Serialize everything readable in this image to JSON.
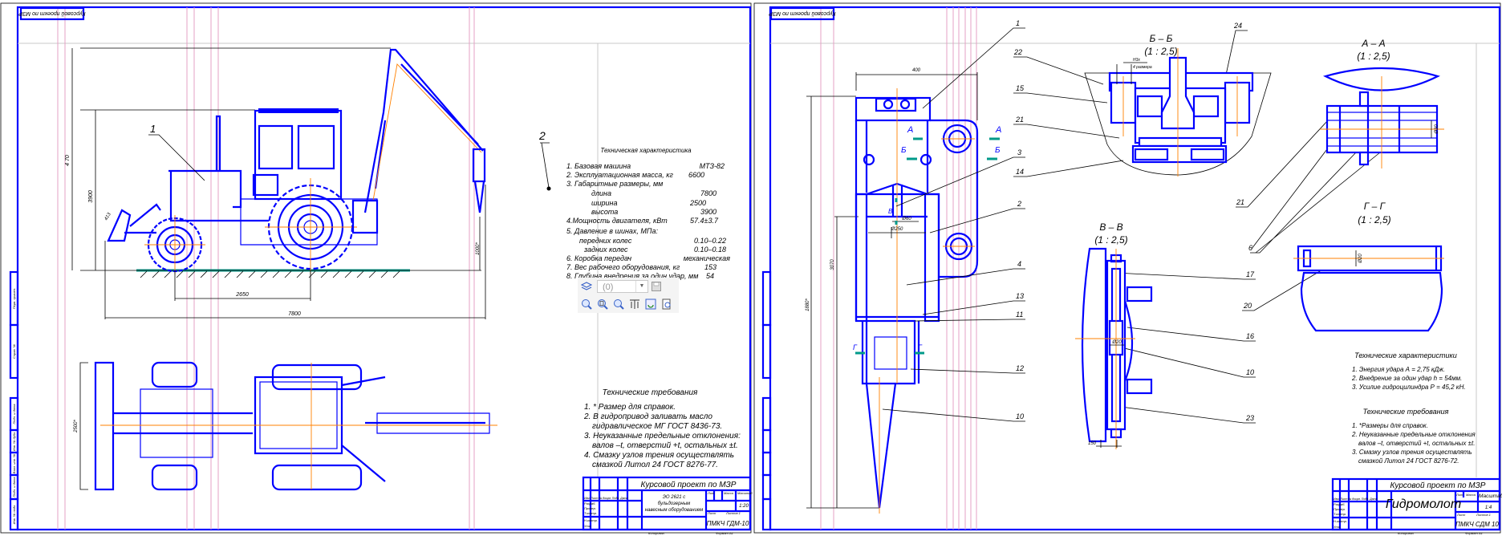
{
  "colors": {
    "line": "#0000ff",
    "axis": "#ff8000",
    "layout_guides": "#e6a0c4",
    "ground": "#009a8a"
  },
  "sheet1": {
    "stamp": "Курсовой проект по МЗР",
    "side_strip": [
      "Перв. примен.",
      "Справ. №",
      "Подп. и дата",
      "Инв. № дубл.",
      "Взам. инв. №",
      "Подп. и дата",
      "Инв. № подл."
    ],
    "callouts": [
      "1",
      "2"
    ],
    "dims": {
      "overall_height": "4 70",
      "height": "3900",
      "blade": "413",
      "wheelbase": "2650",
      "length": "7800",
      "hammer": "1000*",
      "width": "2500*"
    },
    "tech_char": {
      "title": "Техническая характеристика",
      "rows": [
        {
          "label": "1. Базовая машина",
          "value": "МТЗ-82"
        },
        {
          "label": "2. Эксплуатационная масса, кг",
          "value": "6600"
        },
        {
          "label": "3. Габаритные размеры, мм",
          "value": ""
        },
        {
          "label": "длина",
          "value": "7800"
        },
        {
          "label": "ширина",
          "value": "2500"
        },
        {
          "label": "высота",
          "value": "3900"
        },
        {
          "label": "4.Мощность двигателя, кВт",
          "value": "57.4±3.7"
        },
        {
          "label": "5. Давление в шинах, МПа:",
          "value": ""
        },
        {
          "label": "передних колес",
          "value": "0.10–0.22"
        },
        {
          "label": "задних колес",
          "value": "0.10–0.18"
        },
        {
          "label": "6. Коробка передач",
          "value": "механическая"
        },
        {
          "label": "7. Вес рабочего оборудования, кг",
          "value": "153"
        },
        {
          "label": "8. Глубина внедрения за один удар, мм",
          "value": "54"
        }
      ]
    },
    "tech_req": {
      "title": "Технические требования",
      "lines": [
        "1. * Размер для справок.",
        "2. В гидропривод заливать масло",
        "гидравлическое МГ ГОСТ 8436-73.",
        "3. Неуказанные предельные отклонения:",
        "валов –t, отверстий +t, остальных ±t.",
        "4. Смазку узлов трения осуществлять",
        "смазкой Литол 24 ГОСТ 8276-77."
      ]
    },
    "title_block": {
      "project": "Курсовой проект по МЗР",
      "name": [
        "ЭО 2621 с",
        "бульдозерным",
        "навесным оборудованием"
      ],
      "code": "ПМКЧ ГДМ-10",
      "scale": "1:20",
      "headers": [
        "Лит.",
        "Масса",
        "Масштаб",
        "Лист",
        "Листов 1"
      ],
      "rows": [
        "Изм. Лист № докум. Подп. Дата",
        "Разраб.",
        "Провер.",
        "Т.контр.",
        "Н.контр.",
        "Утв."
      ],
      "copied": "Копировал",
      "format": "Формат A1"
    }
  },
  "toolbar": {
    "layer_value": "(0)",
    "icons": [
      "layers-icon",
      "save-icon",
      "zoom-window-icon",
      "zoom-page-icon",
      "zoom-1to1-icon",
      "show-all-icon",
      "refresh-icon",
      "preview-icon"
    ]
  },
  "sheet2": {
    "stamp": "Курсовой проект по МЗР",
    "callouts": [
      "1",
      "22",
      "15",
      "21",
      "3",
      "14",
      "2",
      "4",
      "13",
      "11",
      "12",
      "10",
      "24",
      "21",
      "6",
      "20",
      "17",
      "16",
      "10",
      "23"
    ],
    "sections": {
      "bb": {
        "title": "Б – Б",
        "scale": "(1 : 2,5)",
        "note1": "Н3х",
        "note2": "4 размера"
      },
      "aa": {
        "title": "А – А",
        "scale": "(1 : 2,5)",
        "dim": "Ø30"
      },
      "vv": {
        "title": "В – В",
        "scale": "(1 : 2,5)",
        "dim": "Ø20",
        "dim2": "150"
      },
      "gg": {
        "title": "Г – Г",
        "scale": "(1 : 2,5)",
        "dim": "Ø20"
      }
    },
    "marks": {
      "a": "А",
      "b": "Б",
      "v": "В",
      "g": "Г"
    },
    "dims": {
      "width": "400",
      "height": "1880*",
      "stroke": "3070",
      "d_piston": "Ø250",
      "d_rod": "Ø60"
    },
    "tech_char": {
      "title": "Технические характеристики",
      "lines": [
        "1. Энергия удара А = 2,75 кДж.",
        "2. Внедрение за один удар h = 54мм.",
        "3. Усилие гидроцилиндра Р = 45,2 кН."
      ]
    },
    "tech_req": {
      "title": "Технические требования",
      "lines": [
        "1. *Размеры для справок.",
        "2. Неуказанные предельные отклонения",
        "валов –t, отверстий +t, остальных ±t.",
        "3. Смазку узлов трения осуществлять",
        "смазкой Литол 24 ГОСТ 8276-72."
      ]
    },
    "title_block": {
      "project": "Курсовой проект по МЗР",
      "name": "Гидромолот",
      "code": "ПМКЧ СДМ 10",
      "scale": "1:4",
      "headers": [
        "Лит.",
        "Масса",
        "Масштаб",
        "Лист",
        "Листов 1"
      ],
      "rows": [
        "Изм. Лист № докум. Подп. Дата",
        "Разраб.",
        "Провер.",
        "Т.контр.",
        "Н.контр.",
        "Утв."
      ],
      "copied": "Копировал",
      "format": "Формат A1"
    }
  }
}
